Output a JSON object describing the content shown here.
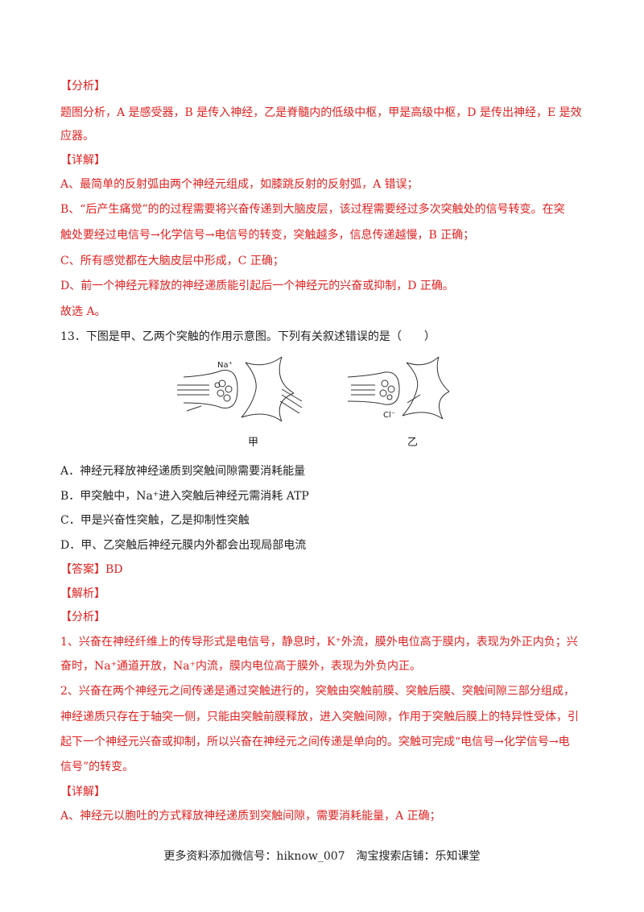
{
  "section1": {
    "fenxi_label": "【分析】",
    "analysis_l1": "题图分析，A 是感受器，B 是传入神经，乙是脊髓内的低级中枢，甲是高级中枢，D 是传出神经，E 是效",
    "analysis_l2": "应器。",
    "xiangjie_label": "【详解】",
    "a_line": "A、最简单的反射弧由两个神经元组成，如膝跳反射的反射弧，A 错误；",
    "b_line1": "B、“后产生痛觉”的的过程需要将兴奋传递到大脑皮层，该过程需要经过多次突触处的信号转变。在突",
    "b_line2": "触处要经过电信号→化学信号→电信号的转变，突触越多，信息传递越慢，B 正确；",
    "c_line": "C、所有感觉都在大脑皮层中形成，C 正确；",
    "d_line": "D、前一个神经元释放的神经递质能引起后一个神经元的兴奋或抑制，D 正确。",
    "choice": "故选 A。"
  },
  "question13": {
    "stem": "13．下图是甲、乙两个突触的作用示意图。下列有关叙述错误的是（　　）",
    "figure": {
      "label_left": "甲",
      "label_right": "乙",
      "ion_left": "Na⁺",
      "ion_right": "Cl⁻"
    },
    "options": [
      "A．神经元释放神经递质到突触间隙需要消耗能量",
      "B．甲突触中，Na⁺进入突触后神经元需消耗 ATP",
      "C．甲是兴奋性突触，乙是抑制性突触",
      "D．甲、乙突触后神经元膜内外都会出现局部电流"
    ],
    "answer": "【答案】BD",
    "jiexi_label": "【解析】",
    "fenxi_label": "【分析】",
    "p1_l1": "1、兴奋在神经纤维上的传导形式是电信号，静息时，K⁺外流，膜外电位高于膜内，表现为外正内负；兴",
    "p1_l2": "奋时，Na⁺通道开放，Na⁺内流，膜内电位高于膜外，表现为外负内正。",
    "p2_l1": "2、兴奋在两个神经元之间传递是通过突触进行的，突触由突触前膜、突触后膜、突触间隙三部分组成，",
    "p2_l2": "神经递质只存在于轴突一侧，只能由突触前膜释放，进入突触间隙，作用于突触后膜上的特异性受体，引",
    "p2_l3": "起下一个神经元兴奋或抑制，所以兴奋在神经元之间传递是单向的。突触可完成“电信号→化学信号→电",
    "p2_l4": "信号”的转变。",
    "xiangjie_label": "【详解】",
    "a_detail": "A、神经元以胞吐的方式释放神经递质到突触间隙，需要消耗能量，A 正确；"
  },
  "footer": "更多资料添加微信号：hiknow_007　淘宝搜索店铺：乐知课堂"
}
